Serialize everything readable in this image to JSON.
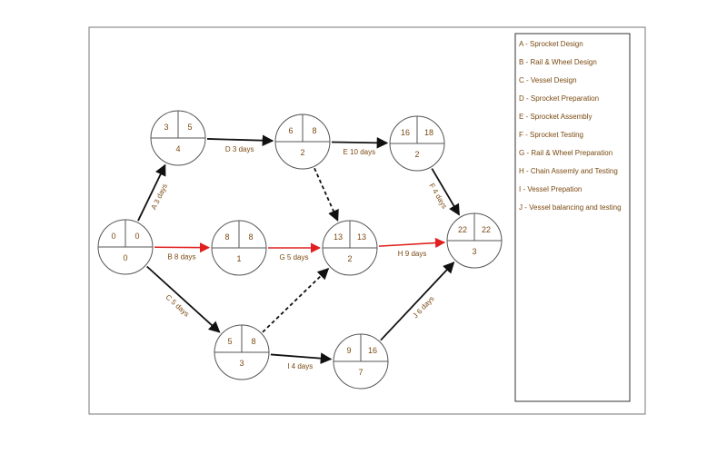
{
  "colors": {
    "text": "#7a4a12",
    "node_stroke": "#555555",
    "edge_normal": "#111111",
    "edge_critical": "#e02020",
    "frame": "#777777"
  },
  "nodes": [
    {
      "id": "n0",
      "es": "0",
      "lf": "0",
      "slack": "0"
    },
    {
      "id": "n1",
      "es": "3",
      "lf": "5",
      "slack": "4"
    },
    {
      "id": "n2",
      "es": "6",
      "lf": "8",
      "slack": "2"
    },
    {
      "id": "n3",
      "es": "16",
      "lf": "18",
      "slack": "2"
    },
    {
      "id": "n4",
      "es": "8",
      "lf": "8",
      "slack": "1"
    },
    {
      "id": "n5",
      "es": "13",
      "lf": "13",
      "slack": "2"
    },
    {
      "id": "n6",
      "es": "22",
      "lf": "22",
      "slack": "3"
    },
    {
      "id": "n7",
      "es": "5",
      "lf": "8",
      "slack": "3"
    },
    {
      "id": "n8",
      "es": "9",
      "lf": "16",
      "slack": "7"
    }
  ],
  "edges": [
    {
      "from": "n0",
      "to": "n1",
      "label": "A 3 days",
      "style": "solid",
      "critical": false
    },
    {
      "from": "n1",
      "to": "n2",
      "label": "D 3 days",
      "style": "solid",
      "critical": false
    },
    {
      "from": "n2",
      "to": "n3",
      "label": "E 10 days",
      "style": "solid",
      "critical": false
    },
    {
      "from": "n3",
      "to": "n6",
      "label": "F 4 days",
      "style": "solid",
      "critical": false
    },
    {
      "from": "n0",
      "to": "n4",
      "label": "B 8 days",
      "style": "solid",
      "critical": true
    },
    {
      "from": "n4",
      "to": "n5",
      "label": "G 5 days",
      "style": "solid",
      "critical": true
    },
    {
      "from": "n5",
      "to": "n6",
      "label": "H 9 days",
      "style": "solid",
      "critical": true
    },
    {
      "from": "n0",
      "to": "n7",
      "label": "C 5 days",
      "style": "solid",
      "critical": false
    },
    {
      "from": "n7",
      "to": "n8",
      "label": "I 4 days",
      "style": "solid",
      "critical": false
    },
    {
      "from": "n8",
      "to": "n6",
      "label": "J 6 days",
      "style": "solid",
      "critical": false
    },
    {
      "from": "n2",
      "to": "n5",
      "label": "",
      "style": "dashed",
      "critical": false
    },
    {
      "from": "n7",
      "to": "n5",
      "label": "",
      "style": "dashed",
      "critical": false
    }
  ],
  "legend": [
    "A - Sprocket Design",
    "B - Rail & Wheel Design",
    "C - Vessel Design",
    "D - Sprocket Preparation",
    "E - Sprocket Assembly",
    "F - Sprocket Testing",
    "G - Rail & Wheel Preparation",
    "H - Chain Assemly and Testing",
    "I - Vessel Prepation",
    "J - Vessel balancing and testing"
  ]
}
